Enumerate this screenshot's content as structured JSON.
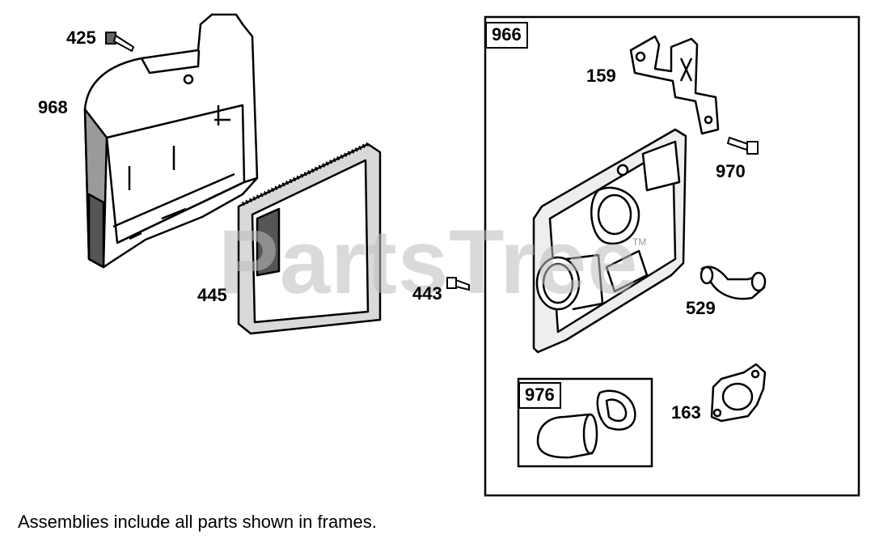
{
  "frames": [
    {
      "label": "966"
    },
    {
      "label": "976"
    }
  ],
  "parts": [
    {
      "number": "425"
    },
    {
      "number": "968"
    },
    {
      "number": "445"
    },
    {
      "number": "443"
    },
    {
      "number": "159"
    },
    {
      "number": "970"
    },
    {
      "number": "529"
    },
    {
      "number": "163"
    }
  ],
  "watermark": {
    "text": "PartsTree",
    "trademark": "TM"
  },
  "caption": "Assemblies include all parts shown in frames."
}
